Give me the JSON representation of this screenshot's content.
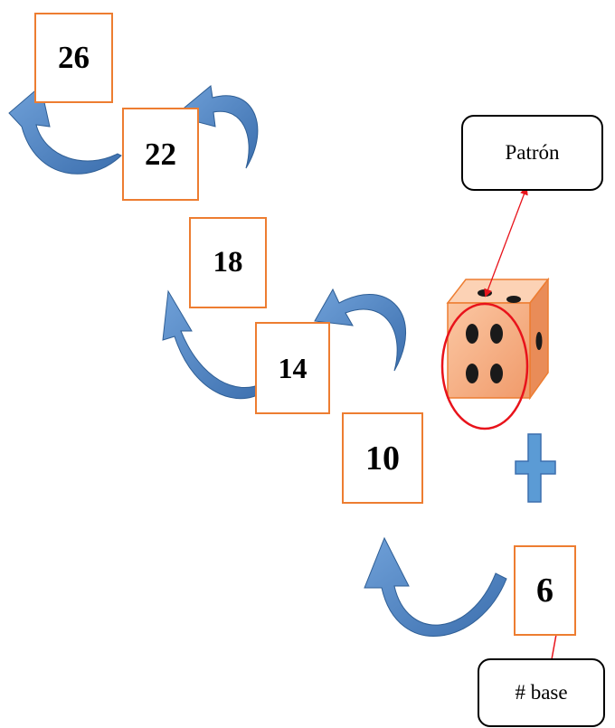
{
  "sequence": {
    "terms": [
      "26",
      "22",
      "18",
      "14",
      "10",
      "6"
    ]
  },
  "labels": {
    "pattern": "Patrón",
    "base": "# base"
  },
  "colors": {
    "box_border": "#ED7D31",
    "arrow_fill": "#4F81BD",
    "arrow_edge": "#2E5E95",
    "plus_fill": "#5B9BD5",
    "die_face": "#F7B48C",
    "pointer_red": "#E8131B"
  },
  "icons": {
    "die": "four-dot-die-icon",
    "plus": "plus-sign-icon",
    "curved_arrow": "curved-arrow-icon"
  }
}
